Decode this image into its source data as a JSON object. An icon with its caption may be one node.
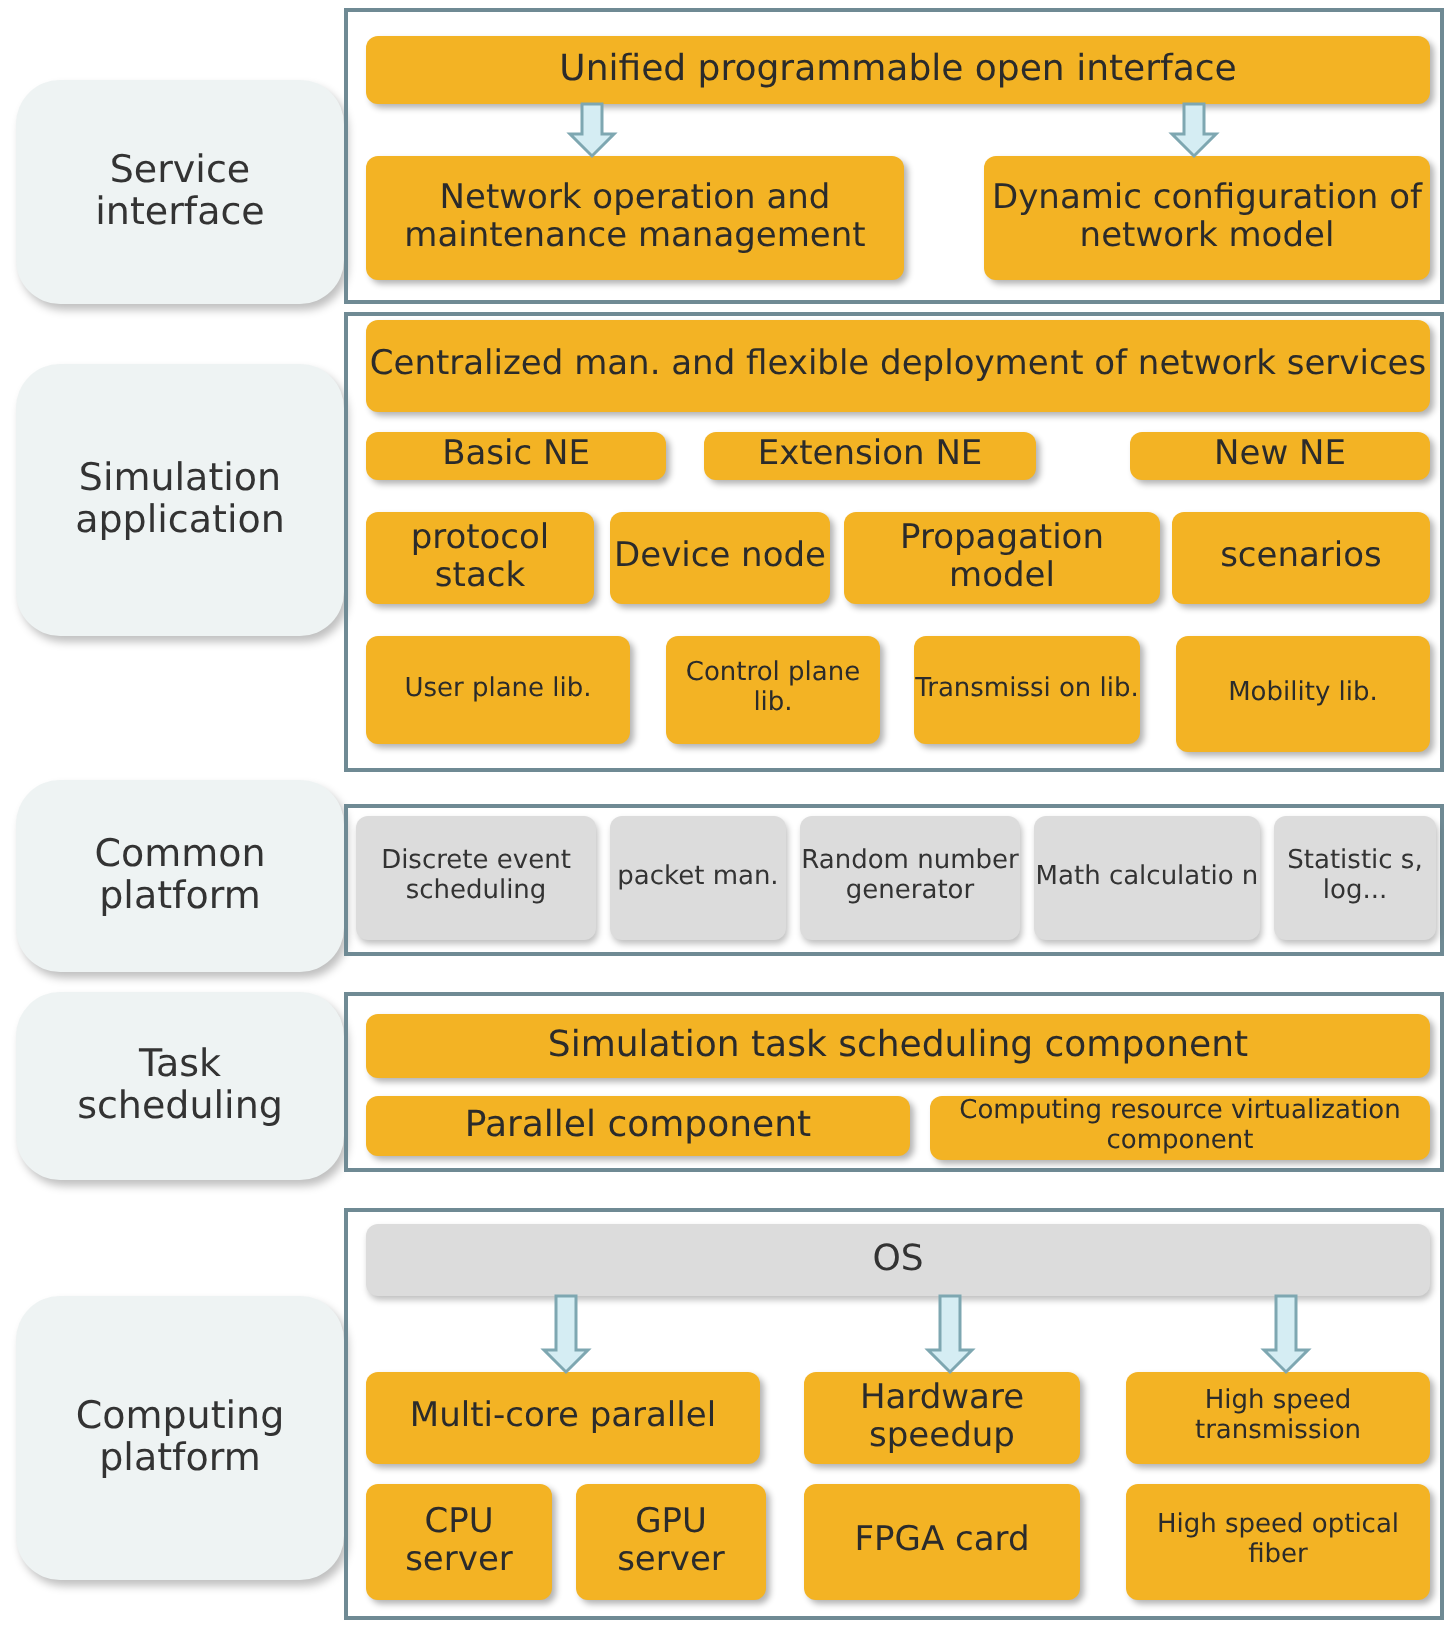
{
  "diagram": {
    "nodes": [
      {
        "text": [
          "Service interface"
        ]
      },
      {
        "text": [],
        "shape": "box"
      },
      {
        "text": [
          "Unified programmable open interface"
        ],
        "in": 1
      },
      {
        "text": [
          "Network operation and maintenance management"
        ],
        "in": 1
      },
      {
        "text": [
          "Dynamic configuration of network model"
        ],
        "in": 1
      },
      {
        "text": [
          "Simulation application"
        ]
      },
      {
        "text": [],
        "shape": "box"
      },
      {
        "text": [
          "Centralized man. and flexible deployment of network services"
        ],
        "in": 6
      },
      {
        "text": [
          "Basic NE"
        ],
        "in": 6
      },
      {
        "text": [
          "Extension NE"
        ],
        "in": 6
      },
      {
        "text": [
          "New NE"
        ],
        "in": 6
      },
      {
        "text": [
          "protocol stack"
        ],
        "in": 6
      },
      {
        "text": [
          "Device node"
        ],
        "in": 6
      },
      {
        "text": [
          "Propagation model"
        ],
        "in": 6
      },
      {
        "text": [
          "scenarios"
        ],
        "in": 6
      },
      {
        "text": [
          "User plane lib."
        ],
        "in": 6
      },
      {
        "text": [
          "Control plane lib."
        ],
        "in": 6
      },
      {
        "text": [
          "Transmissi on lib."
        ],
        "in": 6
      },
      {
        "text": [
          "Mobility lib."
        ],
        "in": 6
      },
      {
        "text": [
          "Common platform"
        ]
      },
      {
        "text": [],
        "shape": "box"
      },
      {
        "text": [
          "Discrete event scheduling"
        ],
        "in": 20
      },
      {
        "text": [
          "packet man."
        ],
        "in": 20
      },
      {
        "text": [
          "Random number generator"
        ],
        "in": 20
      },
      {
        "text": [
          "Math calculatio n"
        ],
        "in": 20
      },
      {
        "text": [
          "Statistic s, log..."
        ],
        "in": 20
      },
      {
        "text": [
          "Task scheduling"
        ]
      },
      {
        "text": [],
        "shape": "box"
      },
      {
        "text": [
          "Simulation task scheduling component"
        ],
        "in": 27
      },
      {
        "text": [
          "Parallel component"
        ],
        "in": 27
      },
      {
        "text": [
          "Computing resource virtualization component"
        ],
        "in": 27
      },
      {
        "text": [
          "Computing platform"
        ]
      },
      {
        "text": [],
        "shape": "box"
      },
      {
        "text": [
          "OS"
        ],
        "in": 32
      },
      {
        "text": [
          "Multi-core parallel"
        ],
        "in": 32
      },
      {
        "text": [
          "Hardware speedup"
        ],
        "in": 32
      },
      {
        "text": [
          "High speed transmission"
        ],
        "in": 32
      },
      {
        "text": [
          "CPU server"
        ],
        "in": 32
      },
      {
        "text": [
          "GPU server"
        ],
        "in": 32
      },
      {
        "text": [
          "FPGA card"
        ],
        "in": 32
      },
      {
        "text": [
          "High speed optical fiber"
        ],
        "in": 32
      }
    ],
    "edges": [
      {
        "from": 2,
        "to": 3,
        "arrow": "to"
      },
      {
        "from": 2,
        "to": 4,
        "arrow": "to"
      },
      {
        "from": 33,
        "to": 34,
        "arrow": "to"
      },
      {
        "from": 33,
        "to": 35,
        "arrow": "to"
      },
      {
        "from": 33,
        "to": 36,
        "arrow": "to"
      }
    ]
  }
}
